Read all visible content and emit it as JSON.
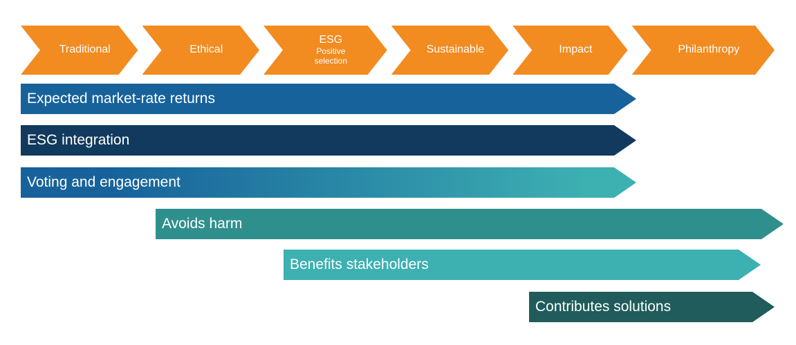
{
  "banner": {
    "color": "#F28B20",
    "segments": [
      {
        "label": "Traditional"
      },
      {
        "label": "Ethical"
      },
      {
        "label": "ESG",
        "sublabel": "Positive selection"
      },
      {
        "label": "Sustainable"
      },
      {
        "label": "Impact"
      },
      {
        "label": "Philanthropy"
      }
    ]
  },
  "bars": [
    {
      "label": "Expected market-rate returns",
      "color": "#17629B"
    },
    {
      "label": "ESG integration",
      "color": "#123A5E"
    },
    {
      "label": "Voting and engagement",
      "color_start": "#17629B",
      "color_end": "#3DB0B2"
    },
    {
      "label": "Avoids harm",
      "color": "#2F8F8D"
    },
    {
      "label": "Benefits stakeholders",
      "color": "#3DB0B2"
    },
    {
      "label": "Contributes solutions",
      "color": "#1F5C5B"
    }
  ]
}
